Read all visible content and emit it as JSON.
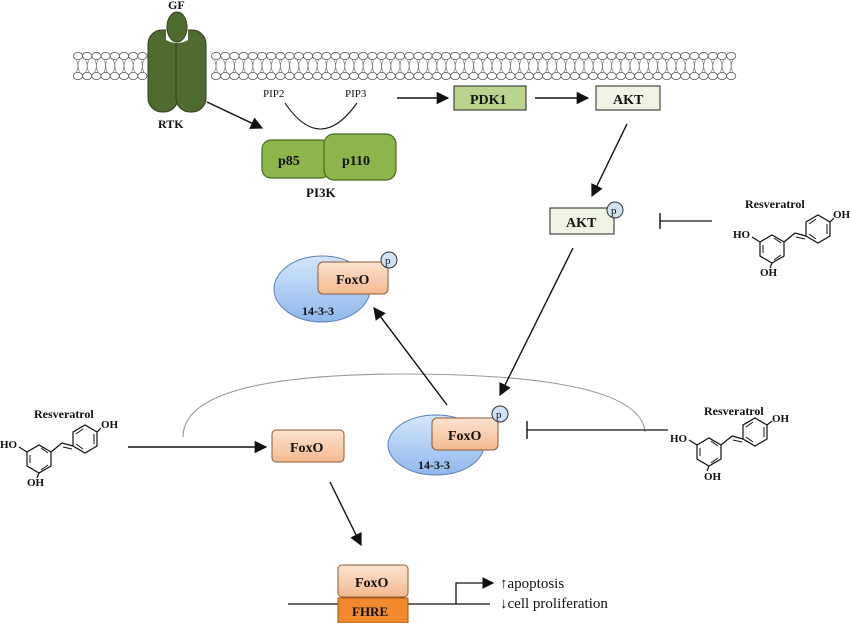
{
  "membrane": {
    "gf_label": "GF",
    "rtk_label": "RTK",
    "pip2_label": "PIP2",
    "pip3_label": "PIP3"
  },
  "pi3k": {
    "p85_label": "p85",
    "p110_label": "p110",
    "complex_label": "PI3K"
  },
  "kinases": {
    "pdk1_label": "PDK1",
    "akt_label": "AKT",
    "akt_p_label": "AKT",
    "phospho_label": "p"
  },
  "foxo": {
    "cyto_complex": {
      "foxo_label": "FoxO",
      "partner_label": "14-3-3",
      "phospho_label": "p"
    },
    "nuclear_complex": {
      "foxo_label": "FoxO",
      "partner_label": "14-3-3",
      "phospho_label": "p"
    },
    "free_label": "FoxO",
    "dna_bound_label": "FoxO",
    "fhre_label": "FHRE"
  },
  "resveratrol": {
    "label": "Resveratrol",
    "oh_label": "OH",
    "ho_label": "HO"
  },
  "outcomes": {
    "apoptosis": "↑apoptosis",
    "proliferation": "↓cell proliferation"
  },
  "colors": {
    "rtk": "#4f6b2f",
    "pi3k_fill": "#8db54b",
    "pdk1_fill": "#b9d58d",
    "akt_fill": "#eef5e4",
    "foxo_fill": "#f8c9a4",
    "partner_fill": "#a9c9f2",
    "phospho_fill": "#cfe3f5",
    "fhre_fill": "#f08a2d",
    "resveratrol_text": "#7a2a2a"
  }
}
